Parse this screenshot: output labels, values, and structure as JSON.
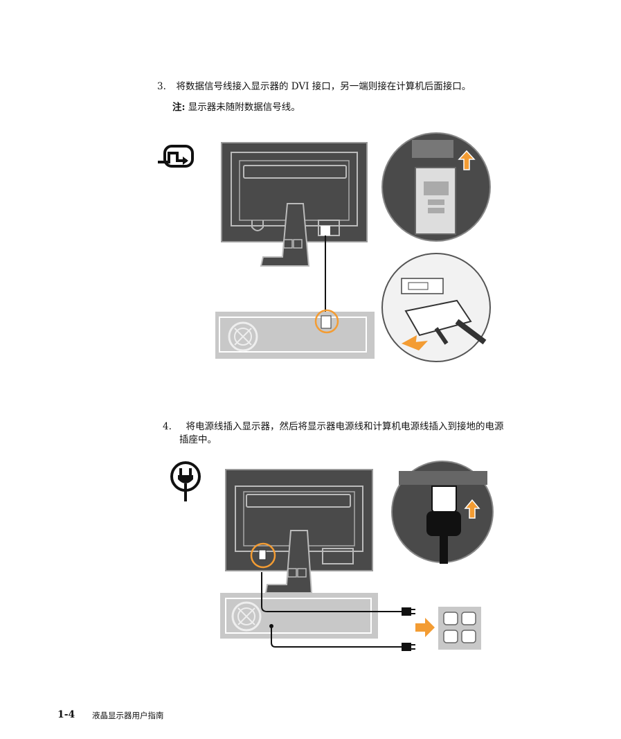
{
  "step3": {
    "number": "3.",
    "text": "将数据信号线接入显示器的 DVI 接口，另一端则接在计算机后面接口。",
    "note_label": "注:",
    "note_text": "显示器未随附数据信号线。"
  },
  "step4": {
    "number": "4.",
    "text_line1": "将电源线插入显示器，然后将显示器电源线和计算机电源线插入到接地的电源",
    "text_line2": "插座中。"
  },
  "footer": {
    "page_number": "1-4",
    "doc_title": "液晶显示器用户指南"
  },
  "colors": {
    "accent_orange": "#f39c33",
    "monitor_dark": "#4a4a4a",
    "computer_gray": "#c8c8c8"
  },
  "icons": [
    "dvi-input-icon",
    "power-plug-icon",
    "up-arrow-icon",
    "right-arrow-icon"
  ]
}
